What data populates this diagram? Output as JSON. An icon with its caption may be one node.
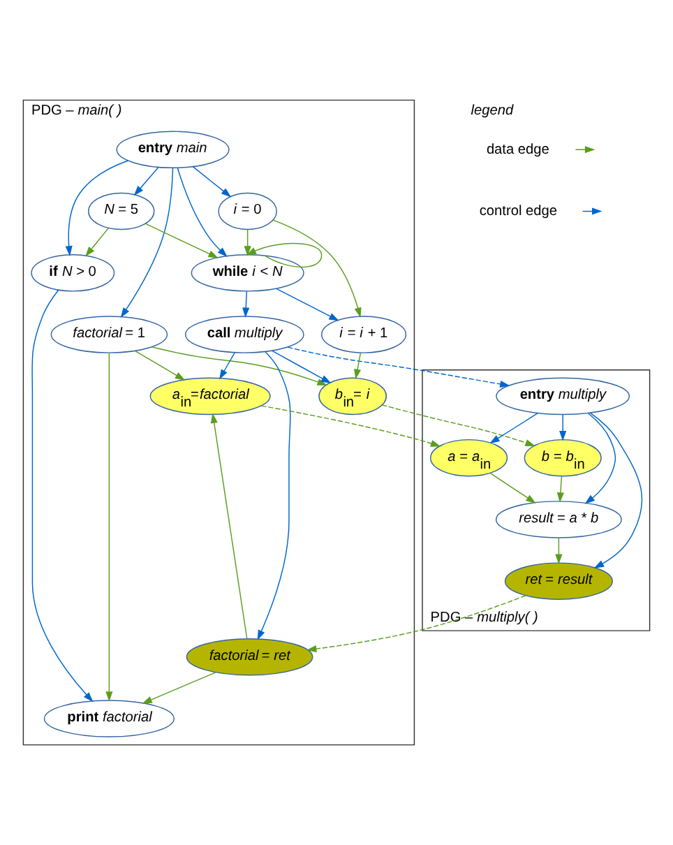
{
  "diagram": {
    "nodes": [
      {
        "text": [
          "PDG – *main( )*"
        ]
      },
      {
        "text": [
          "**entry** *main*"
        ],
        "in": 0
      },
      {
        "text": [
          "*factorial* = 1"
        ],
        "in": 0
      },
      {
        "text": [
          "*i* = 0"
        ],
        "in": 0
      },
      {
        "text": [
          "*N* = 5"
        ],
        "in": 0
      },
      {
        "text": [
          "**while** *i* < *N*"
        ],
        "in": 0
      },
      {
        "text": [
          "**if** *N* > 0"
        ],
        "in": 0
      },
      {
        "text": [
          "**call** *multiply*"
        ],
        "in": 0
      },
      {
        "text": [
          "*i* = *i* + 1"
        ],
        "in": 0
      },
      {
        "text": [
          "**print** *factorial*"
        ],
        "in": 0
      },
      {
        "text": [
          "*a*$_{in}$=*factorial*"
        ],
        "in": 0
      },
      {
        "text": [
          "*b*$_{in}$= *i*"
        ],
        "in": 0
      },
      {
        "text": [
          "*factorial* = *ret*"
        ],
        "in": 0
      },
      {
        "text": [
          "PDG – *multiply( )*"
        ]
      },
      {
        "text": [
          "**entry** *multiply*"
        ],
        "in": 13
      },
      {
        "text": [
          "*a* = *a*$_{in}$"
        ],
        "in": 13
      },
      {
        "text": [
          "*b* = *b*$_{in}$"
        ],
        "in": 13
      },
      {
        "text": [
          "*ret* = *result*"
        ],
        "in": 13
      },
      {
        "text": [
          "*result* = *a* * *b*"
        ],
        "in": 13
      }
    ],
    "edges": [
      {
        "from": 1,
        "to": 2,
        "arrow": "to",
        "color": "#0066cc"
      },
      {
        "from": 1,
        "to": 3,
        "arrow": "to",
        "color": "#0066cc"
      },
      {
        "from": 1,
        "to": 5,
        "arrow": "to",
        "color": "#0066cc"
      },
      {
        "from": 1,
        "to": 4,
        "arrow": "to",
        "color": "#0066cc"
      },
      {
        "from": 1,
        "to": 6,
        "arrow": "to",
        "color": "#0066cc"
      },
      {
        "from": 3,
        "to": 5,
        "arrow": "to"
      },
      {
        "from": 4,
        "to": 5,
        "arrow": "to"
      },
      {
        "from": 4,
        "to": 6,
        "arrow": "to"
      },
      {
        "from": 5,
        "to": 5,
        "arrow": "to"
      },
      {
        "from": 5,
        "to": 7,
        "arrow": "to",
        "color": "#0066cc"
      },
      {
        "from": 5,
        "to": 8,
        "arrow": "to",
        "color": "#0066cc"
      },
      {
        "from": 6,
        "to": 9,
        "arrow": "to",
        "color": "#0066cc"
      },
      {
        "from": 3,
        "to": 8,
        "arrow": "to"
      },
      {
        "from": 2,
        "to": 9,
        "arrow": "to"
      },
      {
        "from": 2,
        "to": 10,
        "arrow": "to"
      },
      {
        "from": 2,
        "to": 11,
        "arrow": "to"
      },
      {
        "from": 7,
        "to": 10,
        "arrow": "to",
        "color": "#0066cc"
      },
      {
        "from": 7,
        "to": 11,
        "arrow": "to",
        "color": "#0066cc"
      },
      {
        "from": 7,
        "to": 12,
        "arrow": "to",
        "color": "#0066cc"
      },
      {
        "from": 8,
        "to": 11,
        "arrow": "to"
      },
      {
        "from": 12,
        "to": 10,
        "arrow": "to"
      },
      {
        "from": 12,
        "to": 9,
        "arrow": "to"
      },
      {
        "from": 7,
        "to": 14,
        "arrow": "to",
        "style": "dashed",
        "color": "#0066cc"
      },
      {
        "from": 10,
        "to": 15,
        "arrow": "to",
        "style": "dashed"
      },
      {
        "from": 11,
        "to": 16,
        "arrow": "to",
        "style": "dashed"
      },
      {
        "from": 17,
        "to": 12,
        "arrow": "to",
        "style": "dashed"
      },
      {
        "from": 14,
        "to": 15,
        "arrow": "to",
        "color": "#0066cc"
      },
      {
        "from": 14,
        "to": 16,
        "arrow": "to",
        "color": "#0066cc"
      },
      {
        "from": 14,
        "to": 18,
        "arrow": "to",
        "color": "#0066cc"
      },
      {
        "from": 14,
        "to": 17,
        "arrow": "to",
        "color": "#0066cc"
      },
      {
        "from": 15,
        "to": 18,
        "arrow": "to"
      },
      {
        "from": 16,
        "to": 18,
        "arrow": "to"
      },
      {
        "from": 18,
        "to": 17,
        "arrow": "to"
      }
    ],
    "labels": [
      "legend"
    ],
    "legend": [
      {
        "text": "data edge"
      },
      {
        "text": "control edge"
      }
    ]
  }
}
